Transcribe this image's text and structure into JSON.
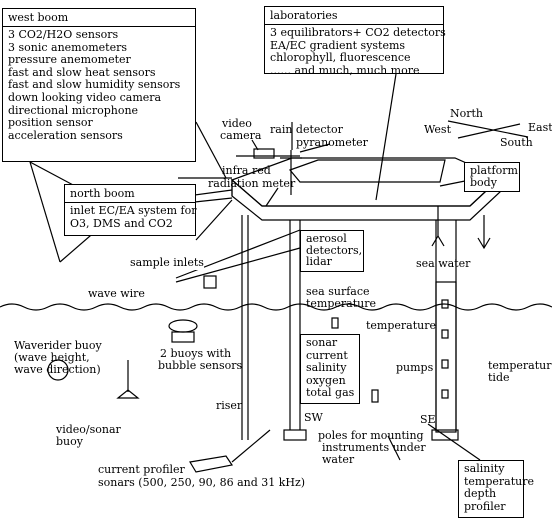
{
  "west_boom": {
    "title": "west boom",
    "items": [
      "3 CO2/H2O sensors",
      "3 sonic anemometers",
      "pressure anemometer",
      "fast and slow heat sensors",
      "fast and slow humidity sensors",
      "down looking video camera",
      "directional microphone",
      "position sensor",
      "acceleration sensors"
    ]
  },
  "laboratories": {
    "title": "laboratories",
    "items": [
      "3 equilibrators+ CO2 detectors",
      "EA/EC gradient systems",
      "chlorophyll, fluorescence",
      "...... and much, much more"
    ]
  },
  "north_boom": {
    "title": "north boom",
    "items": [
      "inlet EC/EA system for",
      "O3, DMS and CO2"
    ]
  },
  "compass": {
    "north": "North",
    "south": "South",
    "east": "East",
    "west": "West"
  },
  "labels": {
    "video_camera_1": "video",
    "video_camera_2": "camera",
    "rain_detector": "rain detector",
    "pyranometer": "pyranometer",
    "infra_red_1": "infra red",
    "infra_red_2": "radiation meter",
    "platform_body_1": "platform",
    "platform_body_2": "body",
    "aerosol_1": "aerosol",
    "aerosol_2": "detectors,",
    "aerosol_3": "lidar",
    "sea_water": "sea  water",
    "sample_inlets": "sample inlets",
    "sea_surface_1": "sea surface",
    "sea_surface_2": "temperature",
    "wave_wire": "wave wire",
    "temperature": "temperature",
    "waverider_1": "Waverider buoy",
    "waverider_2": "(wave height,",
    "waverider_3": "wave direction)",
    "two_buoys_1": "2 buoys with",
    "two_buoys_2": "bubble sensors",
    "pumps": "pumps",
    "temp_tide_1": "temperature",
    "temp_tide_2": "tide",
    "video_sonar_1": "video/sonar",
    "video_sonar_2": "buoy",
    "riser": "riser",
    "sw": "SW",
    "se": "SE",
    "poles_1": "poles for mounting",
    "poles_2": "instruments under",
    "poles_3": "water",
    "current_1": "current profiler",
    "current_2": "sonars (500, 250, 90, 86 and 31 kHz)"
  },
  "sonar_box": {
    "items": [
      "sonar",
      "current",
      "salinity",
      "oxygen",
      "total gas"
    ]
  },
  "profiler_box": {
    "items": [
      "salinity",
      "temperature",
      "depth",
      "profiler"
    ]
  }
}
